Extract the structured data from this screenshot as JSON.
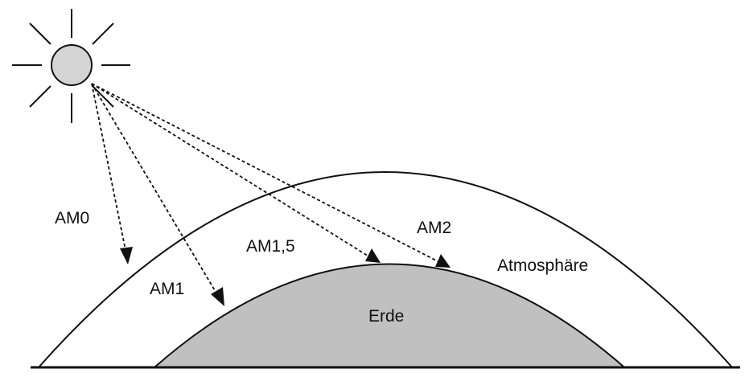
{
  "labels": {
    "am0": "AM0",
    "am1": "AM1",
    "am1_5": "AM1,5",
    "am2": "AM2",
    "earth": "Erde",
    "atmosphere": "Atmosphäre"
  },
  "colors": {
    "earth_fill": "#c0c0c0",
    "sun_fill": "#d4d4d4",
    "outline": "#111111",
    "background": "#ffffff"
  }
}
